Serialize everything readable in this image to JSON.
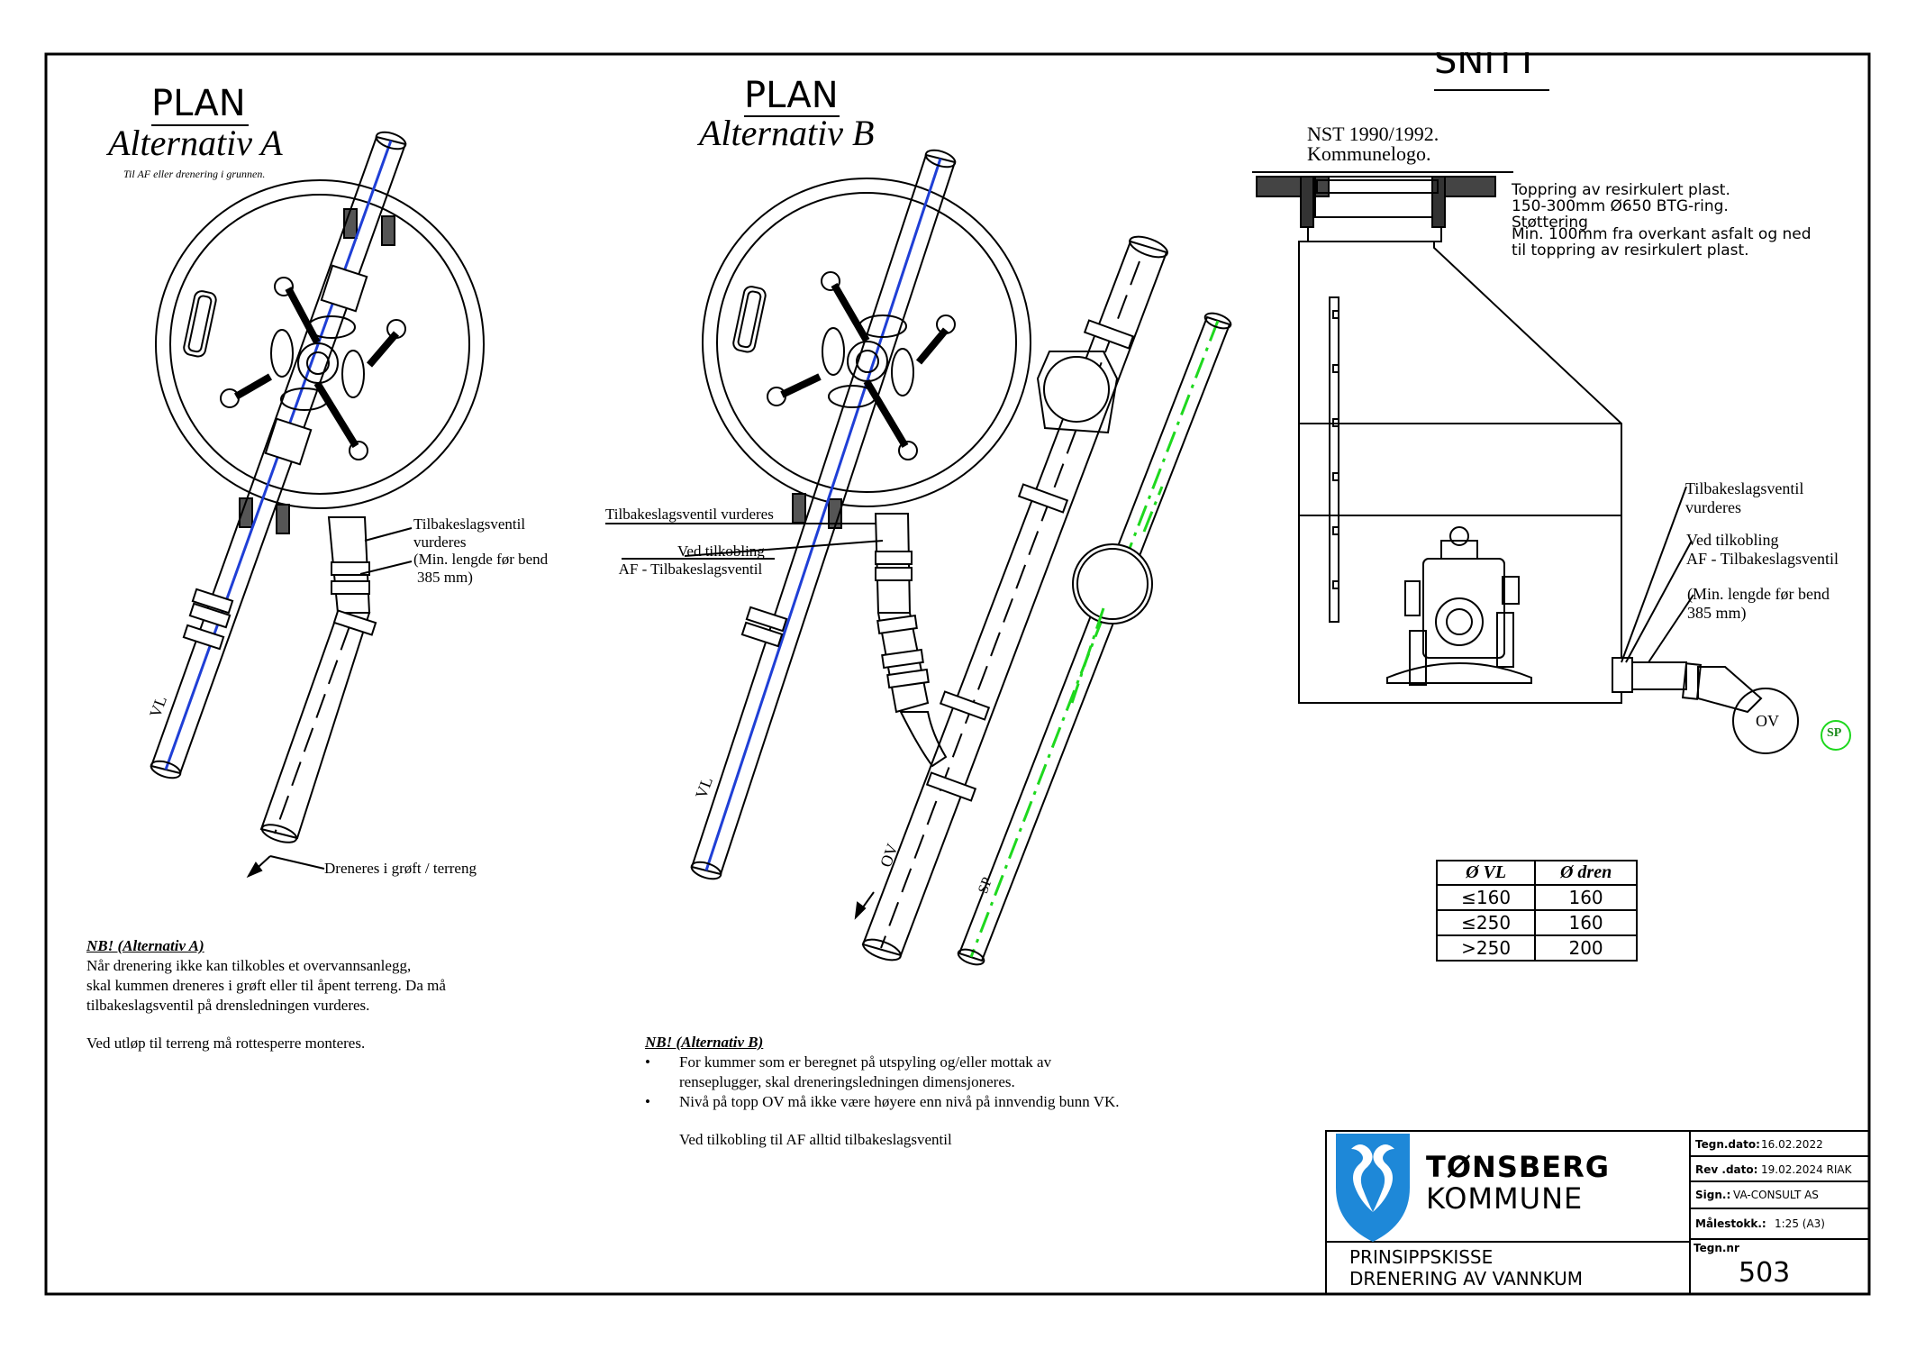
{
  "plan_a": {
    "heading": "PLAN",
    "subheading": "Alternativ A",
    "caption": "Til AF eller drenering i grunnen.",
    "label_vl": "VL",
    "label_valve": [
      "Tilbakeslagsventil",
      "vurderes",
      "(Min. lengde før bend",
      "385 mm)"
    ],
    "label_drain": "Dreneres i grøft / terreng"
  },
  "plan_b": {
    "heading": "PLAN",
    "subheading": "Alternativ B",
    "label_valve": "Tilbakeslagsventil vurderes",
    "label_conn": [
      "Ved tilkobling",
      "AF - Tilbakeslagsventil"
    ],
    "label_vl": "VL",
    "label_ov": "OV",
    "label_sp": "SP"
  },
  "snitt": {
    "heading": "SNITT",
    "label_nst": [
      "NST 1990/1992.",
      "Kommunelogo."
    ],
    "label_topring": [
      "Toppring av resirkulert plast.",
      "150-300mm Ø650 BTG-ring.",
      "Støttering",
      "Min. 100mm fra overkant asfalt og ned",
      "til toppring av resirkulert plast."
    ],
    "label_valve": [
      "Tilbakeslagsventil",
      "vurderes"
    ],
    "label_conn": [
      "Ved tilkobling",
      "AF - Tilbakeslagsventil"
    ],
    "label_minlen": [
      "(Min. lengde før bend",
      "385 mm)"
    ],
    "label_ov": "OV",
    "label_sp": "SP"
  },
  "dim_table": {
    "headers": [
      "Ø VL",
      "Ø dren"
    ],
    "rows": [
      [
        "≤160",
        "160"
      ],
      [
        "≤250",
        "160"
      ],
      [
        ">250",
        "200"
      ]
    ]
  },
  "note_a": {
    "title": "NB! (Alternativ A)",
    "lines": [
      "Når drenering ikke kan tilkobles et overvannsanlegg,",
      "skal kummen dreneres i grøft eller til åpent terreng. Da må",
      "tilbakeslagsventil på drensledningen vurderes."
    ],
    "extra": "Ved utløp til terreng må rottesperre monteres."
  },
  "note_b": {
    "title": "NB! (Alternativ B)",
    "bullets": [
      [
        "For kummer som er beregnet på utspyling og/eller mottak av",
        "renseplugger, skal dreneringsledningen dimensjoneres."
      ],
      [
        "Nivå på topp OV må ikke være høyere enn nivå på innvendig bunn VK."
      ]
    ],
    "extra": "Ved tilkobling til AF alltid tilbakeslagsventil"
  },
  "title_block": {
    "org_line1": "TØNSBERG",
    "org_line2": "KOMMUNE",
    "drawing_title_1": "PRINSIPPSKISSE",
    "drawing_title_2": "DRENERING AV VANNKUM",
    "tegn_dato_label": "Tegn.dato:",
    "tegn_dato": "16.02.2022",
    "rev_dato_label": "Rev .dato:",
    "rev_dato": "19.02.2024 RIAK",
    "sign_label": "Sign.:",
    "sign": "VA-CONSULT AS",
    "malestokk_label": "Målestokk.:",
    "malestokk": "1:25 (A3)",
    "tegn_nr_label": "Tegn.nr",
    "tegn_nr": "503"
  },
  "colors": {
    "water_line": "#1f3fd6",
    "sp_line": "#1ed81e",
    "logo_blue": "#1e88d8",
    "ink": "#000000"
  }
}
